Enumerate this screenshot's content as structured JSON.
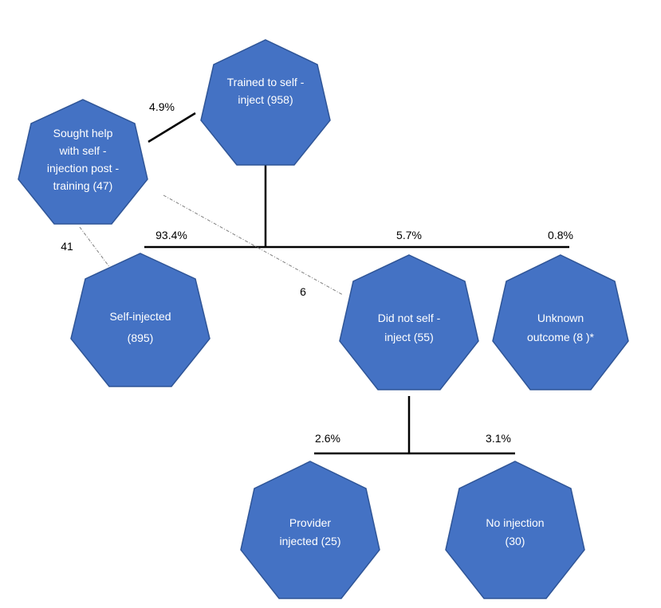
{
  "colors": {
    "node_fill": "#4472c4",
    "node_stroke": "#2f5597",
    "node_text": "#ffffff",
    "line": "#000000",
    "dashed_line": "#7f7f7f"
  },
  "nodes": {
    "trained": {
      "lines": [
        "Trained to self -",
        "inject (958)"
      ]
    },
    "sought_help": {
      "lines": [
        "Sought help",
        "with self -",
        "injection post -",
        "training (47)"
      ]
    },
    "self_injected": {
      "lines": [
        "Self-injected",
        "(895)"
      ]
    },
    "did_not": {
      "lines": [
        "Did not self -",
        "inject  (55)"
      ]
    },
    "unknown": {
      "lines": [
        "Unknown",
        "outcome (8 )*"
      ]
    },
    "provider": {
      "lines": [
        "Provider",
        "injected (25)"
      ]
    },
    "no_injection": {
      "lines": [
        "No injection",
        "(30)"
      ]
    }
  },
  "labels": {
    "sought_pct": "4.9%",
    "self_injected_pct": "93.4%",
    "did_not_pct": "5.7%",
    "unknown_pct": "0.8%",
    "provider_pct": "2.6%",
    "no_injection_pct": "3.1%",
    "sought_to_self_injected": "41",
    "sought_to_did_not": "6"
  }
}
